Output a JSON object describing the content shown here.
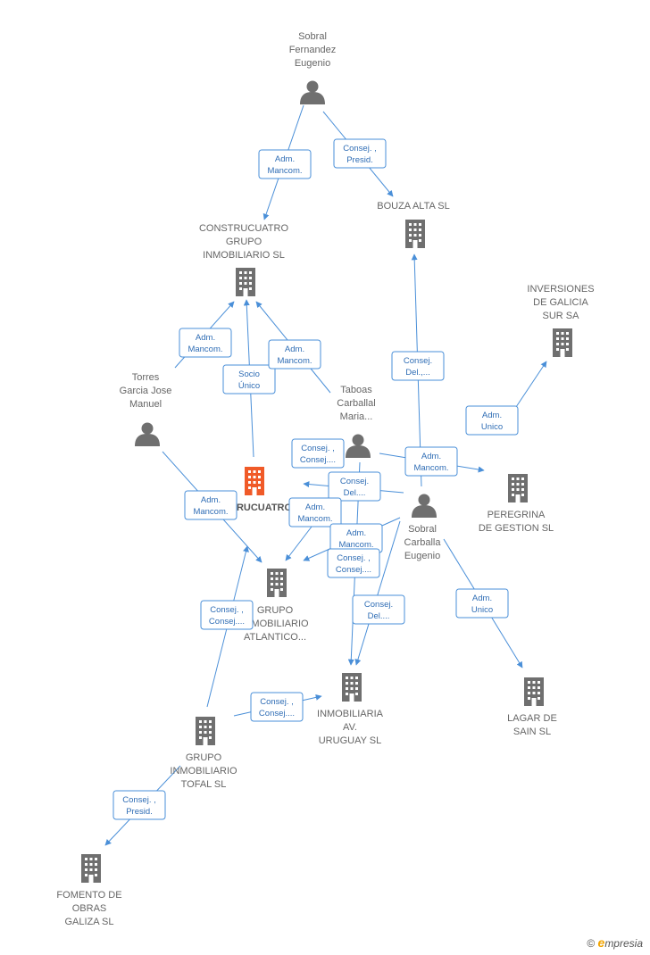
{
  "colors": {
    "edge": "#4a8fd8",
    "node": "#6f6f6f",
    "focus": "#f05a28",
    "label_text": "#2f6db5"
  },
  "nodes": [
    {
      "id": "sobral_fernandez",
      "type": "person",
      "lines": [
        "Sobral",
        "Fernandez",
        "Eugenio"
      ]
    },
    {
      "id": "bouza_alta",
      "type": "company",
      "lines": [
        "BOUZA ALTA SL"
      ]
    },
    {
      "id": "construcuatro_grupo",
      "type": "company",
      "lines": [
        "CONSTRUCUATRO",
        "GRUPO",
        "INMOBILIARIO SL"
      ]
    },
    {
      "id": "inversiones_galicia",
      "type": "company",
      "lines": [
        "INVERSIONES",
        "DE GALICIA",
        "SUR SA"
      ]
    },
    {
      "id": "torres_garcia",
      "type": "person",
      "lines": [
        "Torres",
        "Garcia Jose",
        "Manuel"
      ]
    },
    {
      "id": "taboas_carballal",
      "type": "person",
      "lines": [
        "Taboas",
        "Carballal",
        "Maria..."
      ]
    },
    {
      "id": "focus",
      "type": "focus",
      "lines": [
        "RUCUATRO"
      ]
    },
    {
      "id": "sobral_carballa",
      "type": "person",
      "lines": [
        "Sobral",
        "Carballa",
        "Eugenio"
      ]
    },
    {
      "id": "peregrina",
      "type": "company",
      "lines": [
        "PEREGRINA",
        "DE GESTION SL"
      ]
    },
    {
      "id": "grupo_atlantico",
      "type": "company",
      "lines": [
        "GRUPO",
        "INMOBILIARIO",
        "ATLANTICO..."
      ]
    },
    {
      "id": "inmobiliaria_uruguay",
      "type": "company",
      "lines": [
        "INMOBILIARIA",
        "AV.",
        "URUGUAY SL"
      ]
    },
    {
      "id": "lagar_sain",
      "type": "company",
      "lines": [
        "LAGAR DE",
        "SAIN SL"
      ]
    },
    {
      "id": "grupo_tofal",
      "type": "company",
      "lines": [
        "GRUPO",
        "INMOBILIARIO",
        "TOFAL  SL"
      ]
    },
    {
      "id": "fomento_obras",
      "type": "company",
      "lines": [
        "FOMENTO DE",
        "OBRAS",
        "GALIZA SL"
      ]
    }
  ],
  "edges": [
    {
      "from": "sobral_fernandez",
      "to": "construcuatro_grupo",
      "label": [
        "Adm.",
        "Mancom."
      ]
    },
    {
      "from": "sobral_fernandez",
      "to": "bouza_alta",
      "label": [
        "Consej. ,",
        "Presid."
      ]
    },
    {
      "from": "torres_garcia",
      "to": "construcuatro_grupo",
      "label": [
        "Adm.",
        "Mancom."
      ]
    },
    {
      "from": "focus",
      "to": "construcuatro_grupo",
      "label": [
        "Socio",
        "Único"
      ]
    },
    {
      "from": "taboas_carballal",
      "to": "construcuatro_grupo",
      "label": [
        "Adm.",
        "Mancom."
      ]
    },
    {
      "from": "sobral_carballa",
      "to": "bouza_alta",
      "label": [
        "Consej.",
        "Del.,..."
      ]
    },
    {
      "from": "sobral_carballa",
      "to": "inversiones_galicia",
      "label": [
        "Adm.",
        "Unico"
      ]
    },
    {
      "from": "taboas_carballal",
      "to": "peregrina",
      "label": [
        "Adm.",
        "Mancom."
      ]
    },
    {
      "from": "taboas_carballal",
      "to": "focus",
      "label": [
        "Consej. ,",
        "Consej...."
      ]
    },
    {
      "from": "sobral_carballa",
      "to": "focus",
      "label": [
        "Consej.",
        "Del...."
      ]
    },
    {
      "from": "torres_garcia",
      "to": "grupo_atlantico",
      "label": [
        "Adm.",
        "Mancom."
      ]
    },
    {
      "from": "taboas_carballal",
      "to": "grupo_atlantico",
      "label": [
        "Adm.",
        "Mancom."
      ]
    },
    {
      "from": "sobral_carballa",
      "to": "grupo_atlantico",
      "label": [
        "Adm.",
        "Mancom."
      ]
    },
    {
      "from": "taboas_carballal",
      "to": "inmobiliaria_uruguay",
      "label": [
        "Consej. ,",
        "Consej...."
      ]
    },
    {
      "from": "sobral_carballa",
      "to": "inmobiliaria_uruguay",
      "label": [
        "Consej.",
        "Del...."
      ]
    },
    {
      "from": "sobral_carballa",
      "to": "lagar_sain",
      "label": [
        "Adm.",
        "Unico"
      ]
    },
    {
      "from": "grupo_tofal",
      "to": "focus",
      "label": [
        "Consej. ,",
        "Consej...."
      ]
    },
    {
      "from": "grupo_tofal",
      "to": "inmobiliaria_uruguay",
      "label": [
        "Consej. ,",
        "Consej...."
      ]
    },
    {
      "from": "grupo_tofal",
      "to": "fomento_obras",
      "label": [
        "Consej. ,",
        "Presid."
      ]
    }
  ],
  "footer": {
    "copyright": "©",
    "brand_e": "e",
    "brand_rest": "mpresia"
  }
}
